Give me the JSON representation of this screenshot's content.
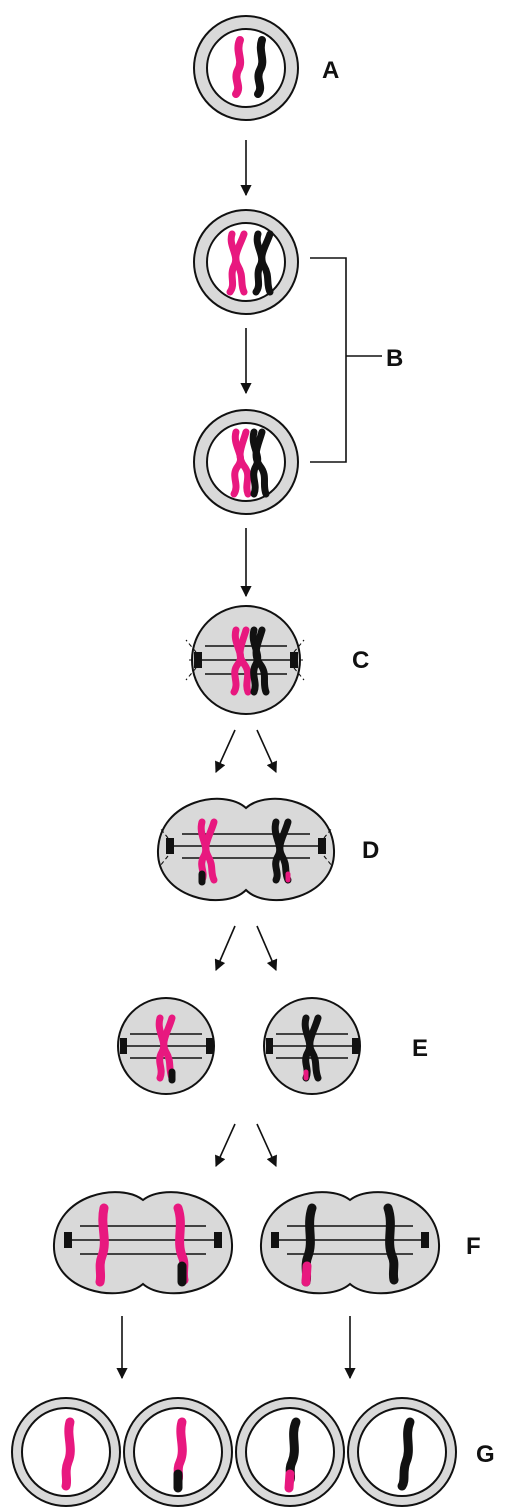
{
  "labels": {
    "A": "A",
    "B": "B",
    "C": "C",
    "D": "D",
    "E": "E",
    "F": "F",
    "G": "G"
  },
  "colors": {
    "maternal_chromosome": "#e8187f",
    "paternal_chromosome": "#111111",
    "cell_fill": "#d9d9d9",
    "cell_interior": "#ffffff",
    "outline": "#111111"
  }
}
